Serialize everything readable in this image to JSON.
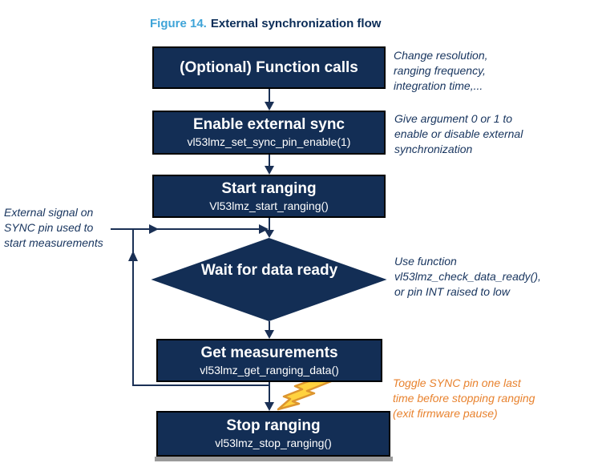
{
  "figure": {
    "label": "Figure 14.",
    "title": "External synchronization flow"
  },
  "flow": {
    "nodes": {
      "function_calls": {
        "title": "(Optional) Function calls"
      },
      "enable_sync": {
        "title": "Enable external sync",
        "code": "vl53lmz_set_sync_pin_enable(1)"
      },
      "start_ranging": {
        "title": "Start ranging",
        "code": "Vl53lmz_start_ranging()"
      },
      "wait_data_ready": {
        "title": "Wait for data ready",
        "shape": "diamond"
      },
      "get_measurements": {
        "title": "Get measurements",
        "code": "vl53lmz_get_ranging_data()"
      },
      "stop_ranging": {
        "title": "Stop ranging",
        "code": "vl53lmz_stop_ranging()"
      }
    }
  },
  "annotations": {
    "function_calls_note": "Change resolution,\nranging frequency,\nintegration time,...",
    "enable_sync_note": "Give argument 0 or 1 to\nenable or disable external\nsynchronization",
    "sync_signal_note": "External signal on\nSYNC pin used to\nstart measurements",
    "wait_note": "Use function\nvl53lmz_check_data_ready(),\nor pin INT raised to low",
    "toggle_sync_note": "Toggle SYNC pin one last\ntime before stopping ranging\n(exit firmware pause)"
  },
  "colors": {
    "node_fill": "#132E55",
    "node_border": "#000000",
    "node_text": "#FFFFFF",
    "figure_label_blue": "#3FA4D8",
    "figure_title_navy": "#0A2C57",
    "note_navy": "#17345E",
    "note_orange": "#E8822E",
    "connector_navy": "#1A3055",
    "bolt_yellow": "#FFD23F",
    "bolt_outline": "#DD952F",
    "shadow_grey": "#9A9A9A"
  },
  "icons": {
    "lightning_bolt": "lightning-bolt-icon"
  }
}
